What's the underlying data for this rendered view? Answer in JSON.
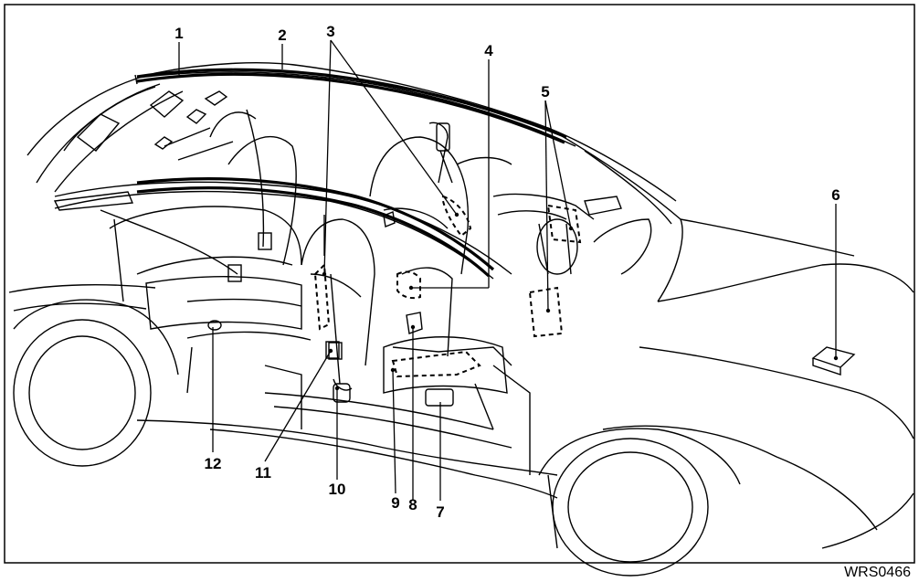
{
  "figure_code": "WRS0466",
  "callouts": [
    {
      "label": "1"
    },
    {
      "label": "2"
    },
    {
      "label": "3"
    },
    {
      "label": "4"
    },
    {
      "label": "5"
    },
    {
      "label": "6"
    },
    {
      "label": "7"
    },
    {
      "label": "8"
    },
    {
      "label": "9"
    },
    {
      "label": "10"
    },
    {
      "label": "11"
    },
    {
      "label": "12"
    }
  ]
}
